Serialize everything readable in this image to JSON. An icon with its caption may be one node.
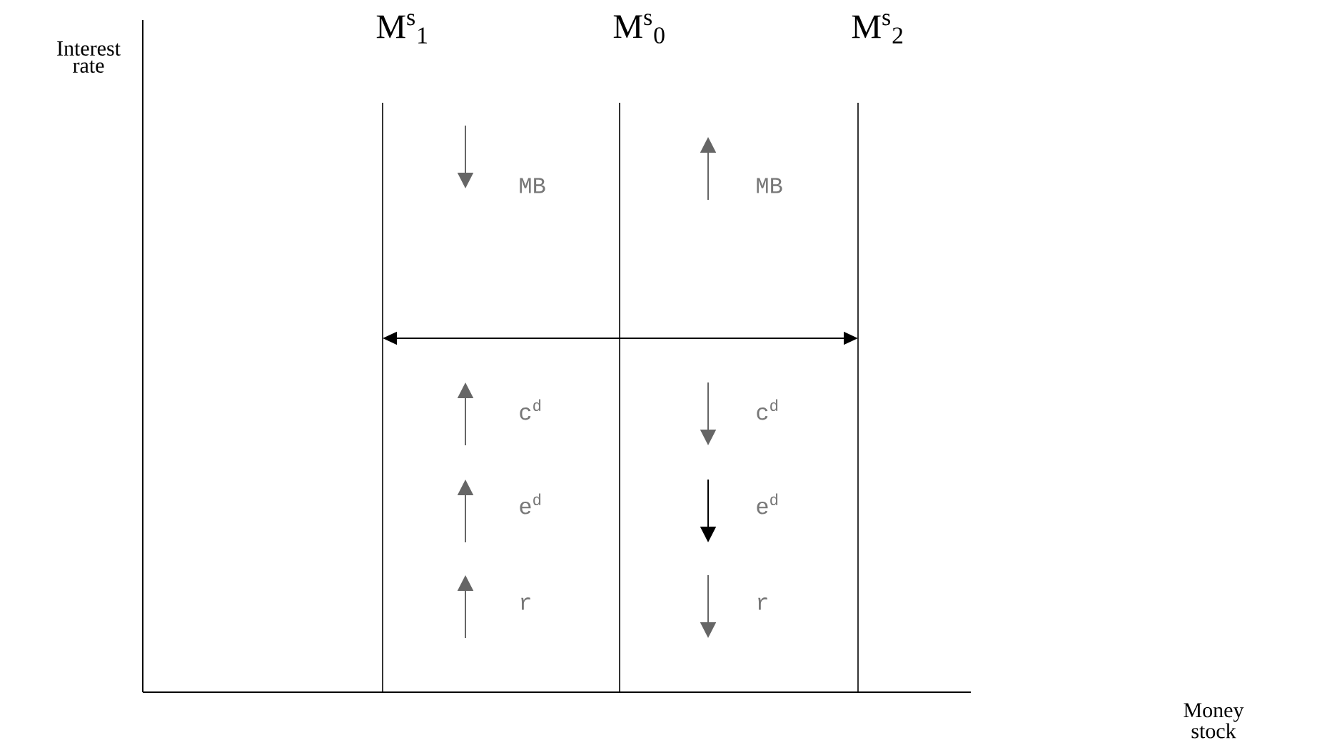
{
  "diagram": {
    "labels": [
      "Interest rate",
      "M$^{s}$$_{1}$",
      "M$^{s}$$_{0}$",
      "M$^{s}$$_{2}$",
      "MB",
      "MB",
      "c$^{d}$",
      "c$^{d}$",
      "e$^{d}$",
      "e$^{d}$",
      "r",
      "r",
      "Money stock"
    ]
  }
}
